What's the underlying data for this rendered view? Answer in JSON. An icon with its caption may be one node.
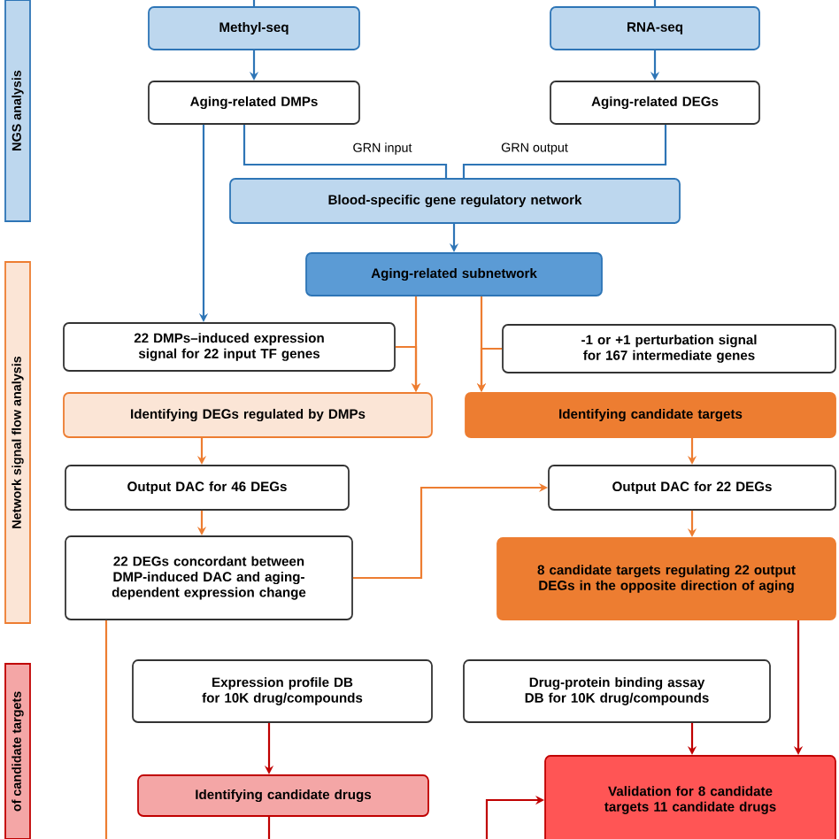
{
  "diagram": {
    "nodes": [
      {
        "text": [
          "Methyl-seq"
        ]
      },
      {
        "text": [
          "RNA-seq"
        ]
      },
      {
        "text": [
          "Aging-related DMPs"
        ]
      },
      {
        "text": [
          "Aging-related DEGs"
        ]
      },
      {
        "text": [
          "Blood-specific gene regulatory network"
        ]
      },
      {
        "text": [
          "Aging-related subnetwork"
        ]
      },
      {
        "text": [
          "22 DMPs–induced expression signal for 22 input TF genes"
        ]
      },
      {
        "text": [
          "-1 or +1 perturbation signal for 167 intermediate genes"
        ]
      },
      {
        "text": [
          "Identifying DEGs regulated by DMPs"
        ]
      },
      {
        "text": [
          "Identifying candidate targets"
        ]
      },
      {
        "text": [
          "Output DAC for 46 DEGs"
        ]
      },
      {
        "text": [
          "Output DAC for 22 DEGs"
        ]
      },
      {
        "text": [
          "22 DEGs concordant between DMP-induced DAC and aging-dependent expression change"
        ]
      },
      {
        "text": [
          "8 candidate targets regulating 22 output DEGs in the opposite direction of aging"
        ]
      },
      {
        "text": [
          "Expression profile DB for 10K drug/compounds"
        ]
      },
      {
        "text": [
          "Drug-protein binding assay DB for 10K drug/compounds"
        ]
      },
      {
        "text": [
          "Identifying candidate drugs"
        ]
      },
      {
        "text": [
          "Validation for 8 candidate targets 11 candidate drugs"
        ]
      },
      {
        "text": [
          "NGS analysis"
        ]
      },
      {
        "text": [
          "Network signal flow analysis"
        ]
      },
      {
        "text": [
          "of candidate targets"
        ]
      }
    ],
    "edges": [
      {
        "from": null,
        "to": 0,
        "arrow": "none",
        "color": "#2e75b6"
      },
      {
        "from": null,
        "to": 1,
        "arrow": "none",
        "color": "#2e75b6"
      },
      {
        "from": 0,
        "to": 2,
        "arrow": "to",
        "color": "#2e75b6"
      },
      {
        "from": 1,
        "to": 3,
        "arrow": "to",
        "color": "#2e75b6"
      },
      {
        "from": 2,
        "to": 4,
        "arrow": "none",
        "label": "GRN input",
        "color": "#2e75b6"
      },
      {
        "from": 3,
        "to": 4,
        "arrow": "none",
        "label": "GRN output",
        "color": "#2e75b6"
      },
      {
        "from": 4,
        "to": 5,
        "arrow": "to",
        "color": "#2e75b6"
      },
      {
        "from": 2,
        "to": 6,
        "arrow": "to",
        "color": "#2e75b6"
      },
      {
        "from": 5,
        "to": 8,
        "arrow": "to"
      },
      {
        "from": 6,
        "to": 8,
        "arrow": "to"
      },
      {
        "from": 5,
        "to": 9,
        "arrow": "to"
      },
      {
        "from": 7,
        "to": 9,
        "arrow": "to"
      },
      {
        "from": 8,
        "to": 10,
        "arrow": "to"
      },
      {
        "from": 10,
        "to": 12,
        "arrow": "to"
      },
      {
        "from": 12,
        "to": 11,
        "arrow": "to"
      },
      {
        "from": 9,
        "to": 11,
        "arrow": "to"
      },
      {
        "from": 11,
        "to": 13,
        "arrow": "to"
      },
      {
        "from": 12,
        "to": null,
        "arrow": "none"
      },
      {
        "from": 14,
        "to": 16,
        "arrow": "to",
        "color": "#c00000"
      },
      {
        "from": 15,
        "to": 17,
        "arrow": "to",
        "color": "#c00000"
      },
      {
        "from": 13,
        "to": 17,
        "arrow": "to",
        "color": "#c00000"
      },
      {
        "from": 16,
        "to": null,
        "arrow": "none",
        "color": "#c00000"
      },
      {
        "from": null,
        "to": 17,
        "arrow": "to",
        "color": "#c00000"
      }
    ]
  }
}
